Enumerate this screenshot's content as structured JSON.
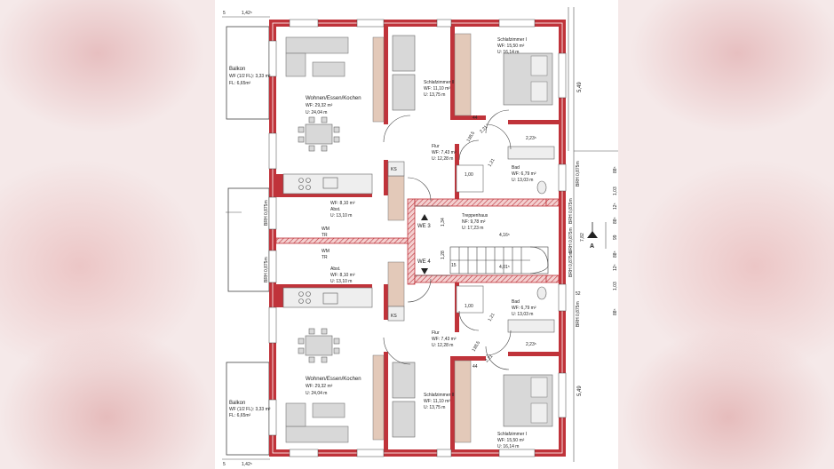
{
  "colors": {
    "wall": "#c0333a",
    "hatch": "#e8b3b3",
    "furniture": "#d8d8d8",
    "cabinet": "#e3c9b9",
    "line": "#333333"
  },
  "rooms": {
    "balkon_top": {
      "name": "Balkon",
      "wf": "WF (1/2 FL): 3,33 m²",
      "fl": "FL: 6,65m²"
    },
    "balkon_bottom": {
      "name": "Balkon",
      "wf": "WF (1/2 FL): 3,33 m²",
      "fl": "FL: 6,65m²"
    },
    "wohnen_top": {
      "name": "Wohnen/Essen/Kochen",
      "wf": "WF: 29,32 m²",
      "u": "U: 24,04 m"
    },
    "wohnen_bottom": {
      "name": "Wohnen/Essen/Kochen",
      "wf": "WF: 29,32 m²",
      "u": "U: 24,04 m"
    },
    "schlaf2_top": {
      "name": "Schlafzimmer II",
      "wf": "WF: 11,10 m²",
      "u": "U: 13,75 m"
    },
    "schlaf2_bottom": {
      "name": "Schlafzimmer II",
      "wf": "WF: 11,10 m²",
      "u": "U: 13,75 m"
    },
    "schlaf1_top": {
      "name": "Schlafzimmer I",
      "wf": "WF: 15,50 m²",
      "u": "U: 16,14 m"
    },
    "schlaf1_bottom": {
      "name": "Schlafzimmer I",
      "wf": "WF: 15,50 m²",
      "u": "U: 16,14 m"
    },
    "flur_top": {
      "name": "Flur",
      "wf": "WF: 7,43 m²",
      "u": "U: 12,28 m"
    },
    "flur_bottom": {
      "name": "Flur",
      "wf": "WF: 7,43 m²",
      "u": "U: 12,28 m"
    },
    "bad_top": {
      "name": "Bad",
      "wf": "WF: 6,79 m²",
      "u": "U: 13,03 m"
    },
    "bad_bottom": {
      "name": "Bad",
      "wf": "WF: 6,79 m²",
      "u": "U: 13,03 m"
    },
    "abst_top": {
      "name": "Abst.",
      "wf": "WF: 8,10 m²",
      "u": "U: 13,10 m"
    },
    "abst_bottom": {
      "name": "Abst.",
      "wf": "WF: 8,10 m²",
      "u": "U: 13,10 m"
    },
    "treppenhaus": {
      "name": "Treppenhaus",
      "nf": "NF: 9,78 m²",
      "u": "U: 17,23 m"
    }
  },
  "units": {
    "we3": "WE 3",
    "we4": "WE 4"
  },
  "labels": {
    "ks_top": "KS",
    "ks_bottom": "KS",
    "wm_top": "WM",
    "tr_top": "TR",
    "wm_bottom": "WM",
    "tr_bottom": "TR",
    "section_marker": "A"
  },
  "dimensions": {
    "top_left_5": "5",
    "top_left_142": "1,42⁵",
    "bottom_left_5": "5",
    "bottom_left_142": "1,42⁵",
    "right_549_top": "5,49",
    "right_549_bottom": "5,49",
    "right_88_a": "88⁵",
    "right_103_a": "1,03",
    "right_12_a": "12⁵",
    "right_88_b": "88⁵",
    "right_99": "99",
    "right_88_c": "88⁵",
    "right_12_b": "12⁵",
    "right_103_b": "1,03",
    "right_88_d": "88⁵",
    "brh_1": "BRH 0,875m",
    "brh_2": "BRH 0,875m",
    "brh_3": "BRH 0,875m",
    "brh_4": "BRH 0,875m",
    "brh_5": "BRH 0,875m",
    "brh_6": "BRH 0,875m",
    "brh_7": "BRH 0,875m",
    "stair_416": "4,16⁵",
    "stair_401": "4,01⁵",
    "stair_134": "1,34",
    "stair_128": "1,28",
    "stair_15": "15",
    "stair_52": "52",
    "right_782": "7,82",
    "door_44_top": "44",
    "door_44_bottom": "44",
    "door_1385_top": "138,5",
    "door_1385_bottom": "138,5",
    "door_221_top": "2,21",
    "door_221_bottom": "2,21",
    "door_223_top": "2,23⁵",
    "door_223_bottom": "2,23⁵",
    "door_100_top": "1,00",
    "door_100_bottom": "1,00",
    "door_121_top": "1,21",
    "door_121_bottom": "1,21"
  }
}
